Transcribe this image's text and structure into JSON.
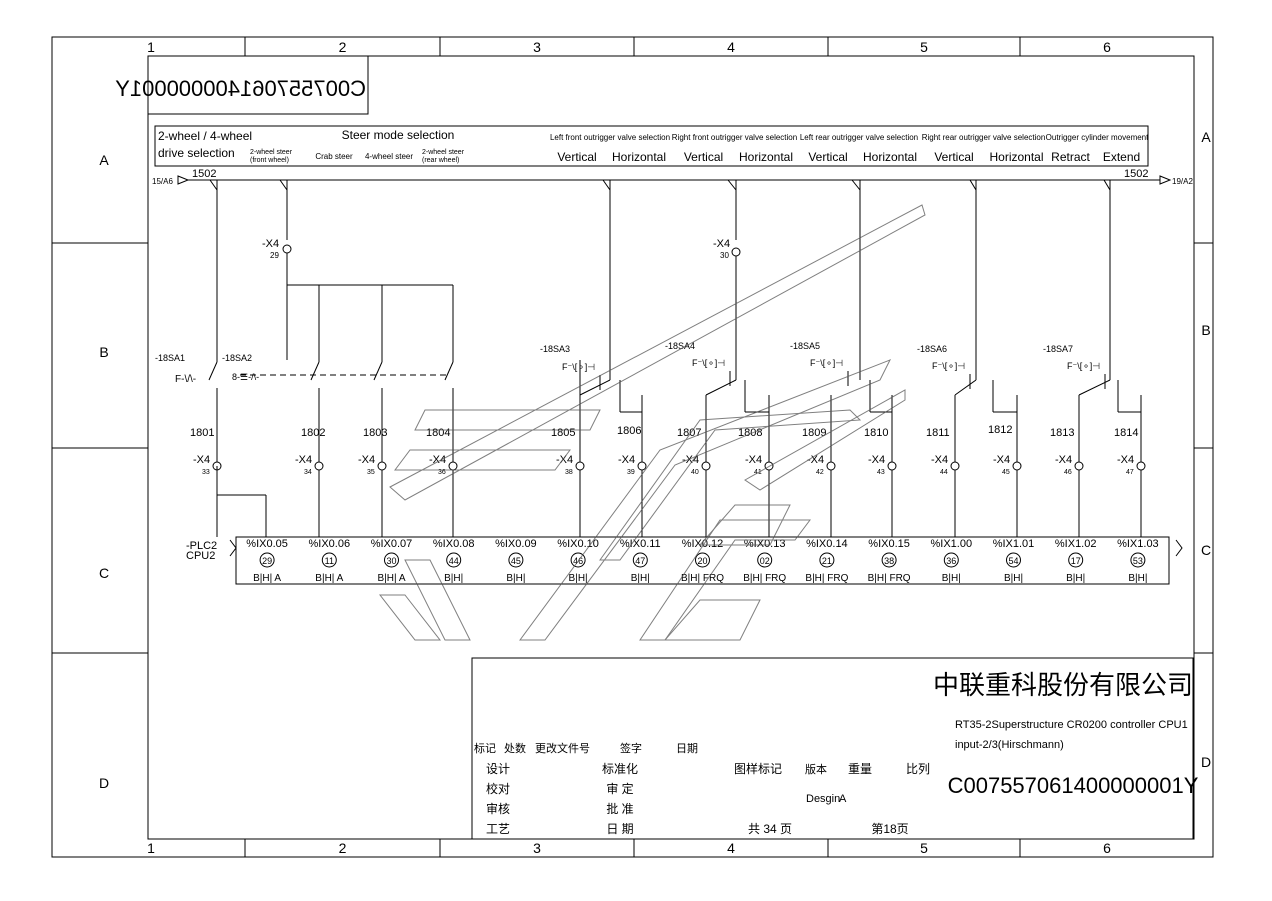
{
  "frame": {
    "columns": [
      "1",
      "2",
      "3",
      "4",
      "5",
      "6"
    ],
    "rows": [
      "A",
      "B",
      "C",
      "D"
    ]
  },
  "mirrored_drawing_no": "C007557061400000001Y",
  "header": {
    "drive_selection": [
      "2-wheel / 4-wheel",
      "drive selection"
    ],
    "steer_mode_title": "Steer mode selection",
    "steer_modes": [
      {
        "lines": [
          "2-wheel steer",
          "(front wheel)"
        ]
      },
      {
        "lines": [
          "Crab steer"
        ]
      },
      {
        "lines": [
          "4-wheel steer"
        ]
      },
      {
        "lines": [
          "2-wheel steer",
          "(rear wheel)"
        ]
      }
    ],
    "groups": [
      {
        "title": "Left front outrigger valve selection",
        "a": "Vertical",
        "b": "Horizontal"
      },
      {
        "title": "Right front outrigger valve selection",
        "a": "Vertical",
        "b": "Horizontal"
      },
      {
        "title": "Left rear outrigger valve selection",
        "a": "Vertical",
        "b": "Horizontal"
      },
      {
        "title": "Right rear outrigger valve selection",
        "a": "Vertical",
        "b": "Horizontal"
      },
      {
        "title": "Outrigger cylinder movement",
        "a": "Retract",
        "b": "Extend"
      }
    ]
  },
  "bus": {
    "label": "1502",
    "left_ref": "15/A6",
    "right_ref": "19/A2"
  },
  "connectors": [
    {
      "name": "-X4",
      "pin": "29"
    },
    {
      "name": "-X4",
      "pin": "30"
    }
  ],
  "switches": [
    "-18SA1",
    "-18SA2",
    "-18SA3",
    "-18SA4",
    "-18SA5",
    "-18SA6",
    "-18SA7"
  ],
  "wires": [
    "1801",
    "1802",
    "1803",
    "1804",
    "1805",
    "1806",
    "1807",
    "1808",
    "1809",
    "1810",
    "1811",
    "1812",
    "1813",
    "1814"
  ],
  "x4_pins": [
    "33",
    "34",
    "35",
    "36",
    "38",
    "39",
    "40",
    "41",
    "42",
    "43",
    "44",
    "45",
    "46",
    "47"
  ],
  "plc": {
    "label": [
      "-PLC2",
      "CPU2"
    ],
    "addresses": [
      "%IX0.05",
      "%IX0.06",
      "%IX0.07",
      "%IX0.08",
      "%IX0.09",
      "%IX0.10",
      "%IX0.11",
      "%IX0.12",
      "%IX0.13",
      "%IX0.14",
      "%IX0.15",
      "%IX1.00",
      "%IX1.01",
      "%IX1.02",
      "%IX1.03"
    ],
    "pins": [
      "29",
      "11",
      "30",
      "44",
      "45",
      "46",
      "47",
      "20",
      "02",
      "21",
      "38",
      "36",
      "54",
      "17",
      "53"
    ],
    "types": [
      "B|H| A",
      "B|H| A",
      "B|H| A",
      "B|H|",
      "B|H|",
      "B|H|",
      "B|H|",
      "B|H| FRQ",
      "B|H| FRQ",
      "B|H| FRQ",
      "B|H| FRQ",
      "B|H|",
      "B|H|",
      "B|H|",
      "B|H|"
    ]
  },
  "title_block": {
    "company": "中联重科股份有限公司",
    "description": [
      "RT35-2Superstructure CR0200 controller CPU1",
      "input-2/3(Hirschmann)"
    ],
    "drawing_no": "C007557061400000001Y",
    "rev_headers": [
      "标记",
      "处数",
      "更改文件号",
      "签字",
      "日期"
    ],
    "roles_left": [
      "设计",
      "校对",
      "审核",
      "工艺"
    ],
    "roles_right": [
      "标准化",
      "审 定",
      "批 准",
      "日 期"
    ],
    "sample_mark": "图样标记",
    "version": "版本",
    "weight": "重量",
    "scale": "比列",
    "design": "Desgin",
    "design_value": "A",
    "total_pages": "共 34 页",
    "page": "第18页"
  }
}
